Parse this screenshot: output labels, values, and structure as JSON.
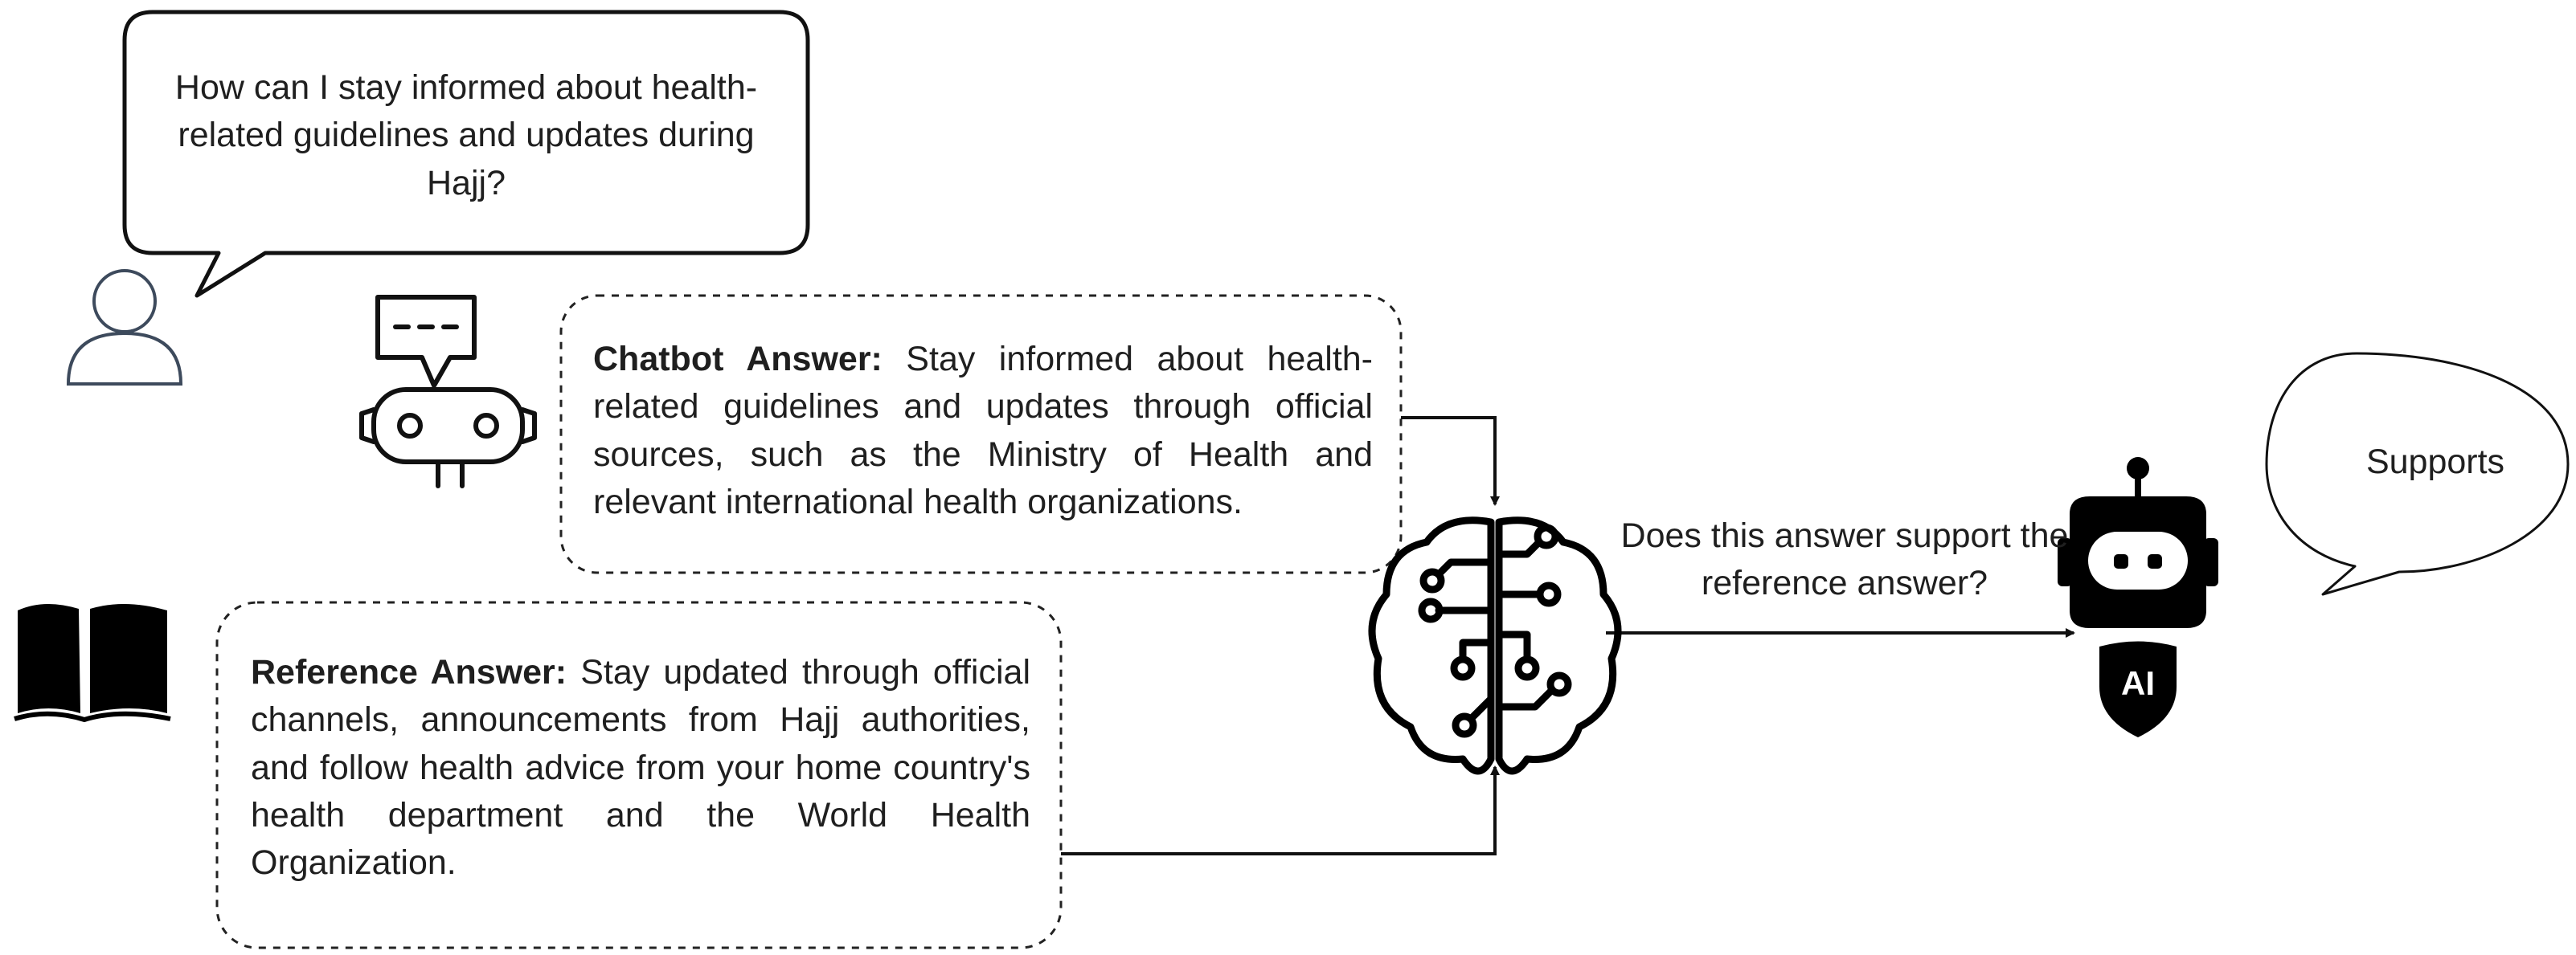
{
  "question": {
    "text": "How can I stay informed about health-related guidelines and updates during Hajj?"
  },
  "chatbot": {
    "label": "Chatbot Answer:",
    "text": " Stay informed about health-related guidelines and updates through official sources, such as the Ministry of Health and relevant international health organizations."
  },
  "reference": {
    "label": "Reference Answer:",
    "text": " Stay updated through official channels, announcements from Hajj authorities, and follow health advice from your home country's health department and the World Health Organization."
  },
  "evaluation": {
    "prompt": "Does this answer support the reference answer?"
  },
  "verdict": {
    "text": "Supports"
  },
  "judge": {
    "badge_text": "AI"
  },
  "icons": {
    "user": "user-icon",
    "chatbot": "chatbot-icon",
    "book": "book-icon",
    "brain": "brain-circuit-icon",
    "ai_robot": "ai-robot-icon"
  },
  "colors": {
    "line": "#111111",
    "user_icon": "#3d4a5c",
    "text": "#1f1f1f"
  }
}
